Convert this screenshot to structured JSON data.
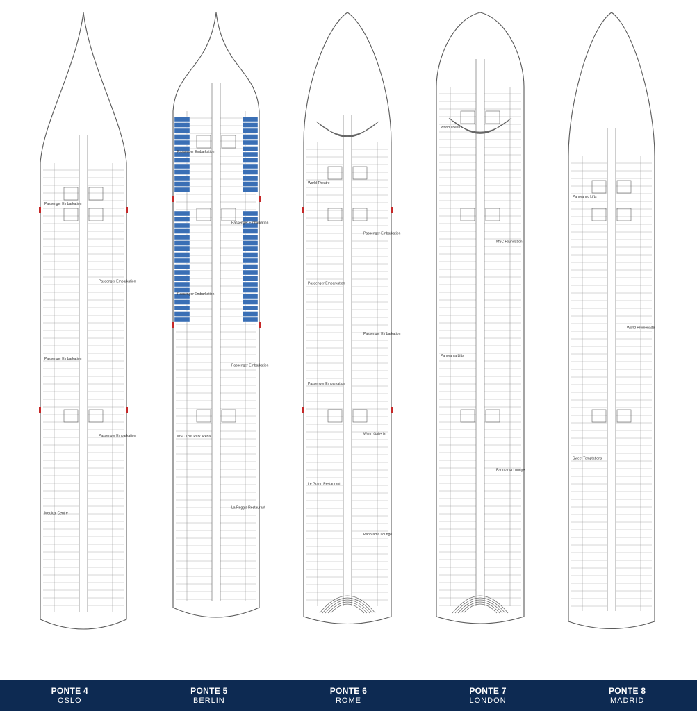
{
  "colors": {
    "outline": "#5a5a5a",
    "cabin_highlight": "#3a6fb5",
    "embarkation_marker": "#c62828",
    "footer_bg": "#0d2a52",
    "footer_text": "#ffffff"
  },
  "decks": [
    {
      "number": "PONTE 4",
      "name": "OSLO",
      "labels": [
        "Passenger Embarkation",
        "Passenger Embarkation",
        "Passenger Embarkation",
        "Passenger Embarkation",
        "Medical Centre"
      ]
    },
    {
      "number": "PONTE 5",
      "name": "BERLIN",
      "labels": [
        "Passenger Embarkation",
        "Passenger Embarkation",
        "Passenger Embarkation",
        "Passenger Embarkation",
        "MSC Lost Park Arena",
        "La Reggia Restaurant"
      ]
    },
    {
      "number": "PONTE 6",
      "name": "ROME",
      "labels": [
        "World Theatre",
        "Passenger Embarkation",
        "Passenger Embarkation",
        "Passenger Embarkation",
        "Passenger Embarkation",
        "World Galleria",
        "Le Grand Restaurant",
        "Panorama Lounge"
      ]
    },
    {
      "number": "PONTE 7",
      "name": "LONDON",
      "labels": [
        "World Theatre",
        "MSC Foundation",
        "Panorama Lifts",
        "Panorama Lounge"
      ]
    },
    {
      "number": "PONTE 8",
      "name": "MADRID",
      "labels": [
        "Panoramic Lifts",
        "World Promenade",
        "Sweet Temptations"
      ]
    }
  ]
}
